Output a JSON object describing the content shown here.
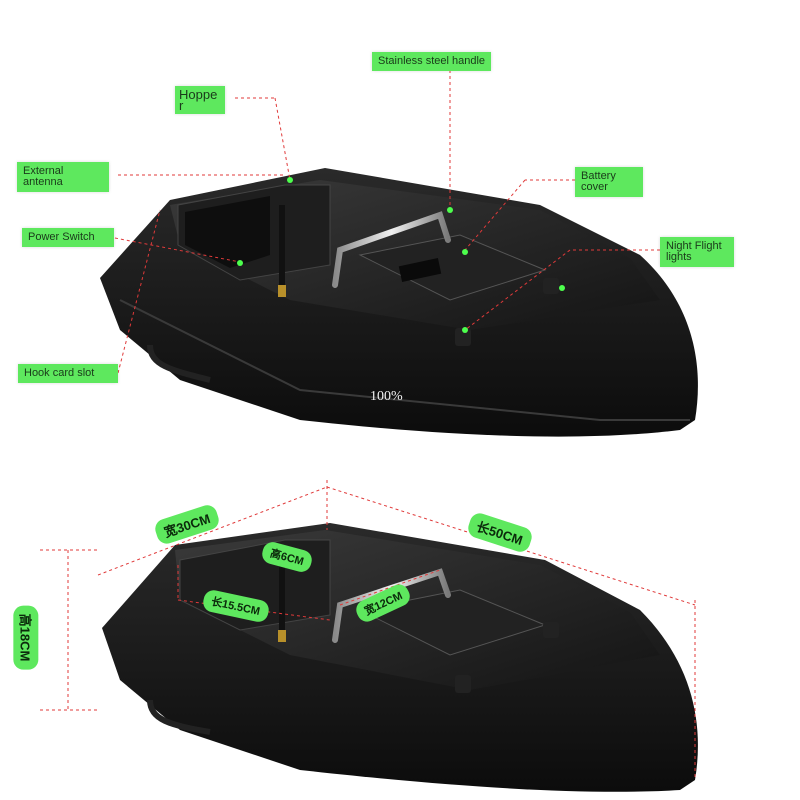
{
  "top_figure": {
    "labels": {
      "stainless_handle": "Stainless steel handle",
      "hopper": "Hoppe\nr",
      "external_antenna": "External\nantenna",
      "battery_cover": "Battery\ncover",
      "power_switch": "Power Switch",
      "night_lights": "Night Flight\nlights",
      "hook_card_slot": "Hook card slot"
    },
    "overlay_text": "100%"
  },
  "bottom_figure": {
    "dimensions": {
      "width": "宽30CM",
      "length": "长50CM",
      "height": "高18CM",
      "hopper_height": "高6CM",
      "hopper_length": "长15.5CM",
      "hopper_width": "宽12CM"
    }
  },
  "colors": {
    "label_green": "#5ee85e",
    "leader_red": "#e03a3a",
    "hull": "#151515"
  }
}
